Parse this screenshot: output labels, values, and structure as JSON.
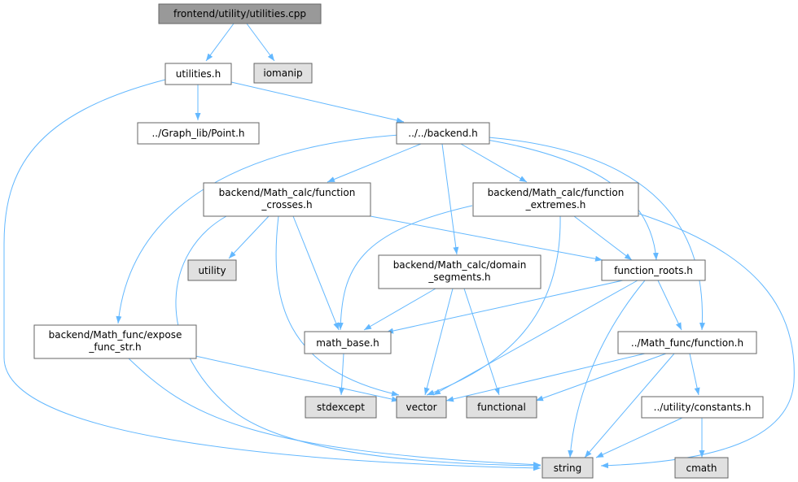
{
  "colors": {
    "root_fill": "#999999",
    "file_fill": "#ffffff",
    "system_fill": "#e0e0e0",
    "edge": "#63b8ff"
  },
  "nodes": {
    "root": "frontend/utility/utilities.cpp",
    "utilities_h": "utilities.h",
    "iomanip": "iomanip",
    "point_h": "../Graph_lib/Point.h",
    "backend_h": "../../backend.h",
    "crosses_h": [
      "backend/Math_calc/function",
      "_crosses.h"
    ],
    "extremes_h": [
      "backend/Math_calc/function",
      "_extremes.h"
    ],
    "utility": "utility",
    "domain_h": [
      "backend/Math_calc/domain",
      "_segments.h"
    ],
    "roots_h": "function_roots.h",
    "expose_h": [
      "backend/Math_func/expose",
      "_func_str.h"
    ],
    "math_base_h": "math_base.h",
    "function_h": "../Math_func/function.h",
    "stdexcept": "stdexcept",
    "vector": "vector",
    "functional": "functional",
    "constants_h": "../utility/constants.h",
    "string": "string",
    "cmath": "cmath"
  }
}
